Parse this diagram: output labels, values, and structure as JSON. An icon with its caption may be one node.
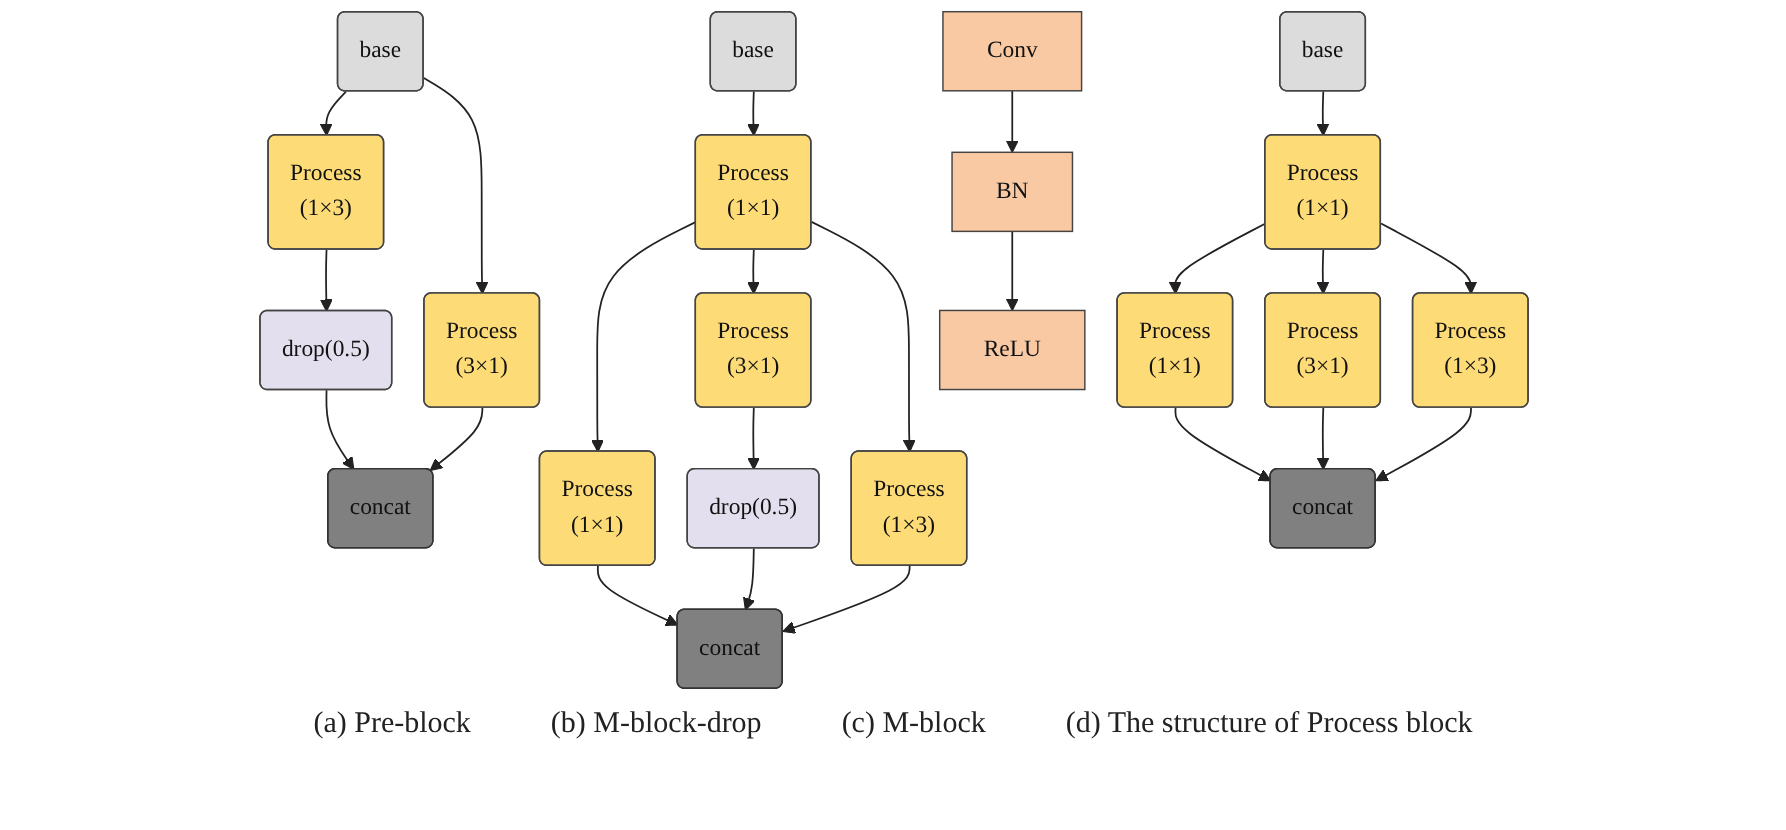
{
  "diagram": {
    "nodes": [
      {
        "text": [
          "base"
        ]
      },
      {
        "text": [
          "Process",
          "(1×3)"
        ]
      },
      {
        "text": [
          "Process",
          "(3×1)"
        ]
      },
      {
        "text": [
          "drop(0.5)"
        ]
      },
      {
        "text": [
          "concat"
        ]
      },
      {
        "text": [
          "base"
        ]
      },
      {
        "text": [
          "Process",
          "(1×1)"
        ]
      },
      {
        "text": [
          "Process",
          "(1×1)"
        ]
      },
      {
        "text": [
          "Process",
          "(3×1)"
        ]
      },
      {
        "text": [
          "Process",
          "(1×3)"
        ]
      },
      {
        "text": [
          "drop(0.5)"
        ]
      },
      {
        "text": [
          "concat"
        ]
      },
      {
        "text": [
          "base"
        ]
      },
      {
        "text": [
          "Process",
          "(1×1)"
        ]
      },
      {
        "text": [
          "Process",
          "(1×1)"
        ]
      },
      {
        "text": [
          "Process",
          "(3×1)"
        ]
      },
      {
        "text": [
          "Process",
          "(1×3)"
        ]
      },
      {
        "text": [
          "concat"
        ]
      },
      {
        "text": [
          "Conv"
        ]
      },
      {
        "text": [
          "BN"
        ]
      },
      {
        "text": [
          "ReLU"
        ]
      }
    ],
    "edges": [
      {
        "from": 0,
        "to": 1,
        "arrow": "to"
      },
      {
        "from": 0,
        "to": 2,
        "arrow": "to"
      },
      {
        "from": 1,
        "to": 3,
        "arrow": "to"
      },
      {
        "from": 3,
        "to": 4,
        "arrow": "to"
      },
      {
        "from": 2,
        "to": 4,
        "arrow": "to"
      },
      {
        "from": 5,
        "to": 6,
        "arrow": "to"
      },
      {
        "from": 6,
        "to": 7,
        "arrow": "to"
      },
      {
        "from": 6,
        "to": 8,
        "arrow": "to"
      },
      {
        "from": 6,
        "to": 9,
        "arrow": "to"
      },
      {
        "from": 8,
        "to": 10,
        "arrow": "to"
      },
      {
        "from": 7,
        "to": 11,
        "arrow": "to"
      },
      {
        "from": 10,
        "to": 11,
        "arrow": "to"
      },
      {
        "from": 9,
        "to": 11,
        "arrow": "to"
      },
      {
        "from": 12,
        "to": 13,
        "arrow": "to"
      },
      {
        "from": 13,
        "to": 14,
        "arrow": "to"
      },
      {
        "from": 13,
        "to": 15,
        "arrow": "to"
      },
      {
        "from": 13,
        "to": 16,
        "arrow": "to"
      },
      {
        "from": 14,
        "to": 17,
        "arrow": "to"
      },
      {
        "from": 15,
        "to": 17,
        "arrow": "to"
      },
      {
        "from": 16,
        "to": 17,
        "arrow": "to"
      },
      {
        "from": 18,
        "to": 19,
        "arrow": "to"
      },
      {
        "from": 19,
        "to": 20,
        "arrow": "to"
      }
    ],
    "labels": [
      "(a) Pre-block",
      "(b) M-block-drop",
      "(c) M-block",
      "(d) The structure of Process block"
    ]
  }
}
